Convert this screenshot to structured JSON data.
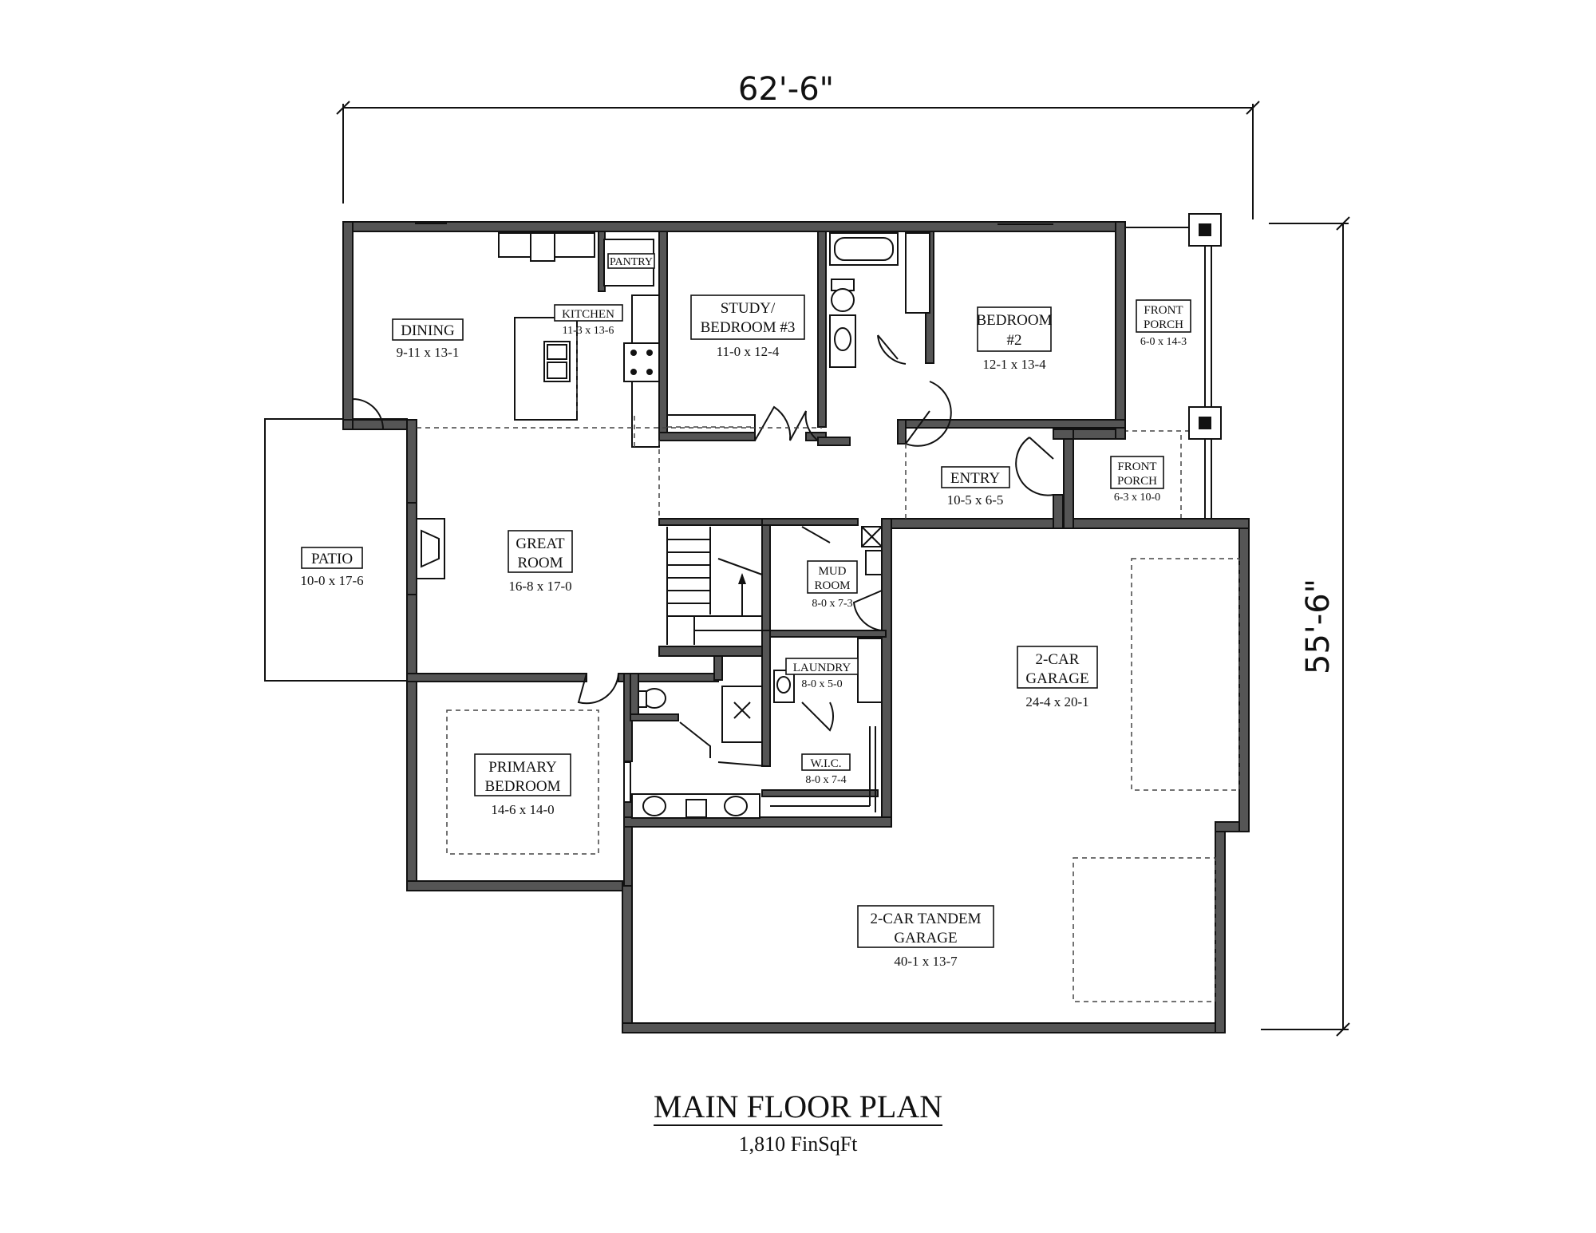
{
  "dimensions": {
    "width": "62'-6\"",
    "depth": "55'-6\""
  },
  "title": "MAIN FLOOR PLAN",
  "subtitle": "1,810 FinSqFt",
  "rooms": {
    "dining": {
      "name": "DINING",
      "dim": "9-11 x 13-1"
    },
    "kitchen": {
      "name": "KITCHEN",
      "dim": "11-3 x 13-6"
    },
    "pantry": {
      "name": "PANTRY"
    },
    "study": {
      "name1": "STUDY/",
      "name2": "BEDROOM #3",
      "dim": "11-0 x 12-4"
    },
    "bedroom2": {
      "name1": "BEDROOM",
      "name2": "#2",
      "dim": "12-1 x 13-4"
    },
    "frontporch1": {
      "name1": "FRONT",
      "name2": "PORCH",
      "dim": "6-0 x 14-3"
    },
    "frontporch2": {
      "name1": "FRONT",
      "name2": "PORCH",
      "dim": "6-3 x 10-0"
    },
    "entry": {
      "name": "ENTRY",
      "dim": "10-5 x 6-5"
    },
    "patio": {
      "name": "PATIO",
      "dim": "10-0 x 17-6"
    },
    "great": {
      "name1": "GREAT",
      "name2": "ROOM",
      "dim": "16-8 x 17-0"
    },
    "mud": {
      "name1": "MUD",
      "name2": "ROOM",
      "dim": "8-0 x 7-3"
    },
    "laundry": {
      "name": "LAUNDRY",
      "dim": "8-0 x 5-0"
    },
    "garage": {
      "name1": "2-CAR",
      "name2": "GARAGE",
      "dim": "24-4 x 20-1"
    },
    "primary": {
      "name1": "PRIMARY",
      "name2": "BEDROOM",
      "dim": "14-6 x 14-0"
    },
    "wic": {
      "name": "W.I.C.",
      "dim": "8-0 x 7-4"
    },
    "tandem": {
      "name1": "2-CAR TANDEM",
      "name2": "GARAGE",
      "dim": "40-1 x 13-7"
    }
  }
}
